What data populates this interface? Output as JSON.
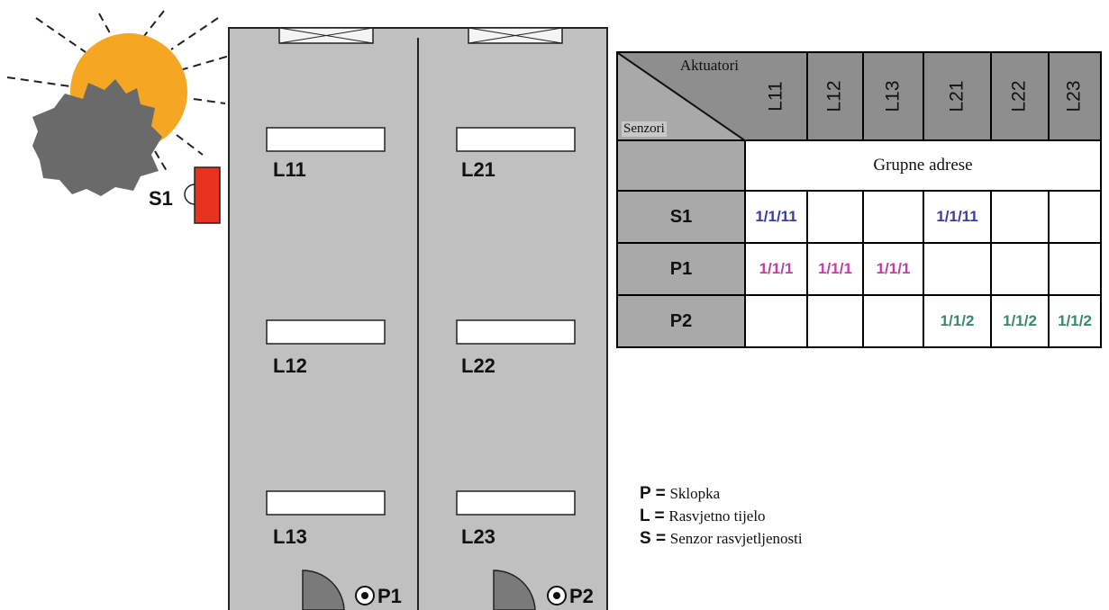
{
  "plan": {
    "lights": [
      "L11",
      "L21",
      "L12",
      "L22",
      "L13",
      "L23"
    ],
    "sensor": "S1",
    "switches": [
      "P1",
      "P2"
    ]
  },
  "table": {
    "corner_top": "Aktuatori",
    "corner_bottom": "Senzori",
    "columns": [
      "L11",
      "L12",
      "L13",
      "L21",
      "L22",
      "L23"
    ],
    "group_header": "Grupne adrese",
    "rows": [
      {
        "label": "S1",
        "cells": [
          "1/1/11",
          "",
          "",
          "1/1/11",
          "",
          ""
        ]
      },
      {
        "label": "P1",
        "cells": [
          "1/1/1",
          "1/1/1",
          "1/1/1",
          "",
          "",
          ""
        ]
      },
      {
        "label": "P2",
        "cells": [
          "",
          "",
          "",
          "1/1/2",
          "1/1/2",
          "1/1/2"
        ]
      }
    ]
  },
  "legend": [
    {
      "key": "P =",
      "text": "Sklopka"
    },
    {
      "key": "L =",
      "text": "Rasvjetno tijelo"
    },
    {
      "key": "S =",
      "text": "Senzor rasvjetljenosti"
    }
  ],
  "colors": {
    "floor": "#c0c0c0",
    "sun": "#f5a623",
    "cloud": "#6a6a6a",
    "sensor": "#e8311e",
    "addr_S1": "#3b3ba0",
    "addr_P1": "#c23fa3",
    "addr_P2": "#3a8a68"
  }
}
